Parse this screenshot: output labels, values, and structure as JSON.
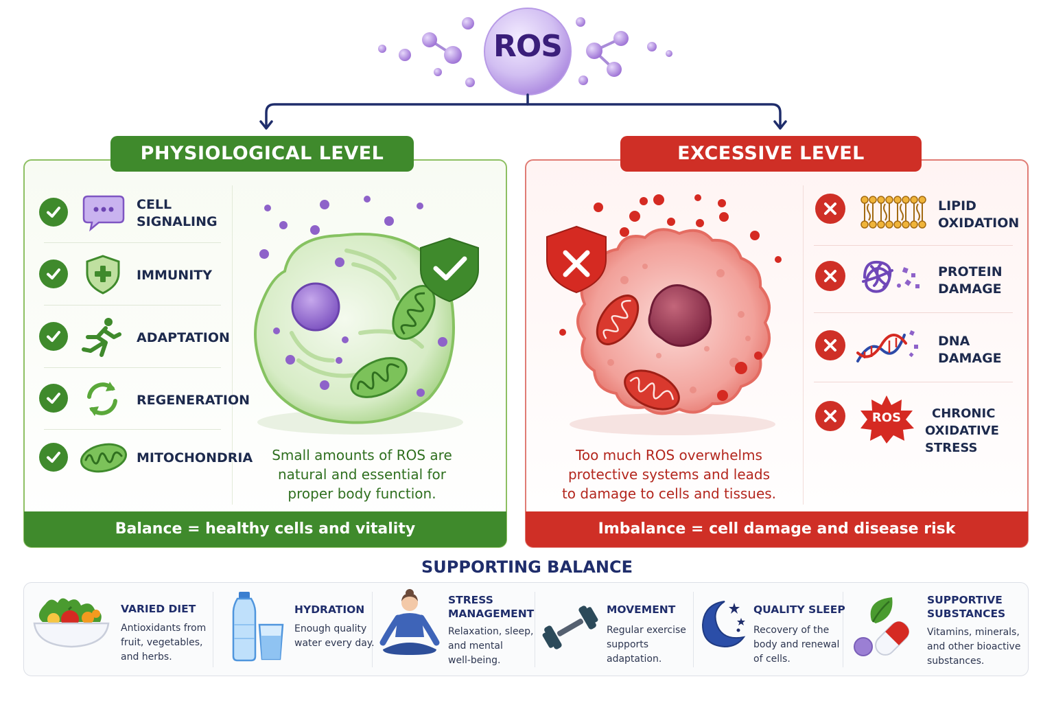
{
  "ros_label": "ROS",
  "physiological": {
    "header": "PHYSIOLOGICAL LEVEL",
    "items": [
      {
        "label_line1": "CELL",
        "label_line2": "SIGNALING",
        "icon": "chat-bubble-icon"
      },
      {
        "label_line1": "IMMUNITY",
        "label_line2": "",
        "icon": "shield-plus-icon"
      },
      {
        "label_line1": "ADAPTATION",
        "label_line2": "",
        "icon": "running-person-icon"
      },
      {
        "label_line1": "REGENERATION",
        "label_line2": "",
        "icon": "recycle-arrows-icon"
      },
      {
        "label_line1": "MITOCHONDRIA",
        "label_line2": "",
        "icon": "mitochondria-icon"
      }
    ],
    "caption_lines": [
      "Small amounts of ROS are",
      "natural and essential for",
      "proper body function."
    ],
    "footer": "Balance = healthy cells and vitality"
  },
  "excessive": {
    "header": "EXCESSIVE LEVEL",
    "items": [
      {
        "label_line1": "LIPID",
        "label_line2": "OXIDATION",
        "icon": "lipid-bilayer-icon"
      },
      {
        "label_line1": "PROTEIN",
        "label_line2": "DAMAGE",
        "icon": "tangled-protein-icon"
      },
      {
        "label_line1": "DNA",
        "label_line2": "DAMAGE",
        "icon": "broken-dna-icon"
      },
      {
        "label_line1": "CHRONIC",
        "label_line2": "OXIDATIVE STRESS",
        "icon": "ros-burst-icon",
        "badge": "ROS"
      }
    ],
    "caption_lines": [
      "Too much ROS overwhelms",
      "protective systems and leads",
      "to damage to cells and tissues."
    ],
    "footer": "Imbalance = cell damage and disease risk"
  },
  "supporting": {
    "title": "SUPPORTING BALANCE",
    "items": [
      {
        "title_lines": [
          "VARIED DIET"
        ],
        "desc_lines": [
          "Antioxidants from",
          "fruit, vegetables,",
          "and herbs."
        ],
        "icon": "salad-bowl-icon"
      },
      {
        "title_lines": [
          "HYDRATION"
        ],
        "desc_lines": [
          "Enough quality",
          "water every day."
        ],
        "icon": "water-bottle-icon"
      },
      {
        "title_lines": [
          "STRESS",
          "MANAGEMENT"
        ],
        "desc_lines": [
          "Relaxation, sleep,",
          "and mental",
          "well-being."
        ],
        "icon": "meditation-icon"
      },
      {
        "title_lines": [
          "MOVEMENT"
        ],
        "desc_lines": [
          "Regular exercise",
          "supports",
          "adaptation."
        ],
        "icon": "dumbbell-icon"
      },
      {
        "title_lines": [
          "QUALITY SLEEP"
        ],
        "desc_lines": [
          "Recovery of the",
          "body and renewal",
          "of cells."
        ],
        "icon": "moon-stars-icon"
      },
      {
        "title_lines": [
          "SUPPORTIVE",
          "SUBSTANCES"
        ],
        "desc_lines": [
          "Vitamins, minerals,",
          "and other bioactive",
          "substances."
        ],
        "icon": "capsule-leaf-icon"
      }
    ]
  },
  "colors": {
    "green": "#3f8a2c",
    "red": "#cf2f26",
    "purple": "#8e62c9",
    "navy": "#1f2d6b"
  }
}
